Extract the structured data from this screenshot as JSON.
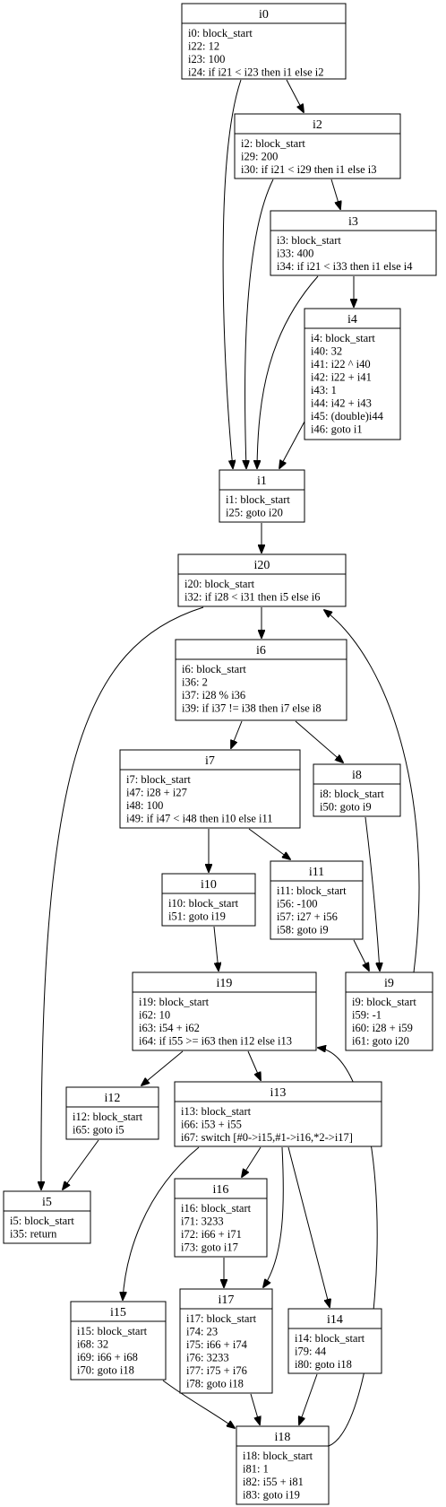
{
  "nodes": {
    "i0": {
      "title": "i0",
      "lines": [
        "i0: block_start",
        "i22: 12",
        "i23: 100",
        "i24: if i21 < i23 then i1 else i2"
      ]
    },
    "i2": {
      "title": "i2",
      "lines": [
        "i2: block_start",
        "i29: 200",
        "i30: if i21 < i29 then i1 else i3"
      ]
    },
    "i3": {
      "title": "i3",
      "lines": [
        "i3: block_start",
        "i33: 400",
        "i34: if i21 < i33 then i1 else i4"
      ]
    },
    "i4": {
      "title": "i4",
      "lines": [
        "i4: block_start",
        "i40: 32",
        "i41: i22 ^ i40",
        "i42: i22 + i41",
        "i43: 1",
        "i44: i42 + i43",
        "i45: (double)i44",
        "i46: goto i1"
      ]
    },
    "i1": {
      "title": "i1",
      "lines": [
        "i1: block_start",
        "i25: goto i20"
      ]
    },
    "i20": {
      "title": "i20",
      "lines": [
        "i20: block_start",
        "i32: if i28 < i31 then i5 else i6"
      ]
    },
    "i6": {
      "title": "i6",
      "lines": [
        "i6: block_start",
        "i36: 2",
        "i37: i28 % i36",
        "i39: if i37 != i38 then i7 else i8"
      ]
    },
    "i7": {
      "title": "i7",
      "lines": [
        "i7: block_start",
        "i47: i28 + i27",
        "i48: 100",
        "i49: if i47 < i48 then i10 else i11"
      ]
    },
    "i8": {
      "title": "i8",
      "lines": [
        "i8: block_start",
        "i50: goto i9"
      ]
    },
    "i10": {
      "title": "i10",
      "lines": [
        "i10: block_start",
        "i51: goto i19"
      ]
    },
    "i11": {
      "title": "i11",
      "lines": [
        "i11: block_start",
        "i56: -100",
        "i57: i27 + i56",
        "i58: goto i9"
      ]
    },
    "i19": {
      "title": "i19",
      "lines": [
        "i19: block_start",
        "i62: 10",
        "i63: i54 + i62",
        "i64: if i55 >= i63 then i12 else i13"
      ]
    },
    "i9": {
      "title": "i9",
      "lines": [
        "i9: block_start",
        "i59: -1",
        "i60: i28 + i59",
        "i61: goto i20"
      ]
    },
    "i12": {
      "title": "i12",
      "lines": [
        "i12: block_start",
        "i65: goto i5"
      ]
    },
    "i13": {
      "title": "i13",
      "lines": [
        "i13: block_start",
        "i66: i53 + i55",
        "i67: switch [#0->i15,#1->i16,*2->i17]"
      ]
    },
    "i5": {
      "title": "i5",
      "lines": [
        "i5: block_start",
        "i35: return"
      ]
    },
    "i16": {
      "title": "i16",
      "lines": [
        "i16: block_start",
        "i71: 3233",
        "i72: i66 + i71",
        "i73: goto i17"
      ]
    },
    "i15": {
      "title": "i15",
      "lines": [
        "i15: block_start",
        "i68: 32",
        "i69: i66 + i68",
        "i70: goto i18"
      ]
    },
    "i17": {
      "title": "i17",
      "lines": [
        "i17: block_start",
        "i74: 23",
        "i75: i66 + i74",
        "i76: 3233",
        "i77: i75 + i76",
        "i78: goto i18"
      ]
    },
    "i14": {
      "title": "i14",
      "lines": [
        "i14: block_start",
        "i79: 44",
        "i80: goto i18"
      ]
    },
    "i18": {
      "title": "i18",
      "lines": [
        "i18: block_start",
        "i81: 1",
        "i82: i55 + i81",
        "i83: goto i19"
      ]
    }
  },
  "edges": [
    {
      "from": "i0",
      "to": "i2"
    },
    {
      "from": "i0",
      "to": "i1"
    },
    {
      "from": "i2",
      "to": "i3"
    },
    {
      "from": "i2",
      "to": "i1"
    },
    {
      "from": "i3",
      "to": "i4"
    },
    {
      "from": "i3",
      "to": "i1"
    },
    {
      "from": "i4",
      "to": "i1"
    },
    {
      "from": "i1",
      "to": "i20"
    },
    {
      "from": "i20",
      "to": "i6"
    },
    {
      "from": "i20",
      "to": "i5"
    },
    {
      "from": "i6",
      "to": "i7"
    },
    {
      "from": "i6",
      "to": "i8"
    },
    {
      "from": "i7",
      "to": "i10"
    },
    {
      "from": "i7",
      "to": "i11"
    },
    {
      "from": "i8",
      "to": "i9"
    },
    {
      "from": "i11",
      "to": "i9"
    },
    {
      "from": "i9",
      "to": "i20"
    },
    {
      "from": "i10",
      "to": "i19"
    },
    {
      "from": "i19",
      "to": "i12"
    },
    {
      "from": "i19",
      "to": "i13"
    },
    {
      "from": "i12",
      "to": "i5"
    },
    {
      "from": "i13",
      "to": "i16"
    },
    {
      "from": "i13",
      "to": "i15"
    },
    {
      "from": "i13",
      "to": "i17"
    },
    {
      "from": "i13",
      "to": "i14"
    },
    {
      "from": "i16",
      "to": "i17"
    },
    {
      "from": "i15",
      "to": "i18"
    },
    {
      "from": "i17",
      "to": "i18"
    },
    {
      "from": "i14",
      "to": "i18"
    },
    {
      "from": "i18",
      "to": "i19"
    }
  ]
}
